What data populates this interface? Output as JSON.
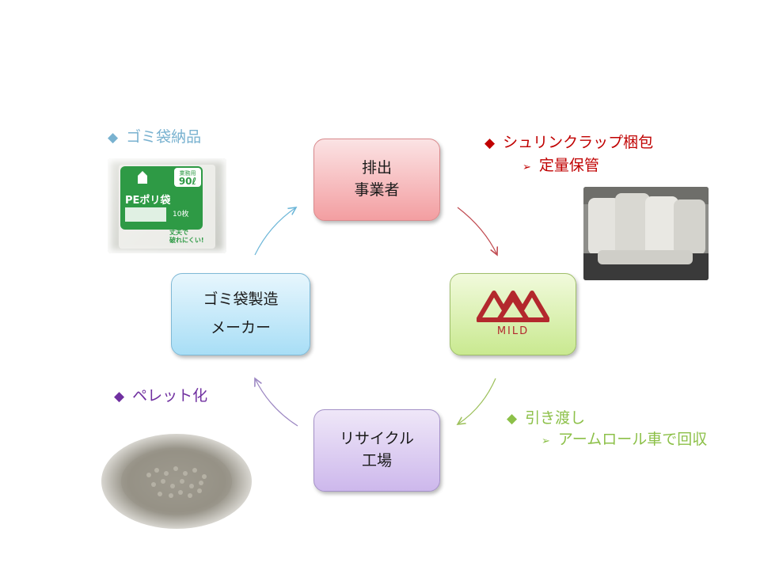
{
  "nodes": {
    "discharger": [
      "排出",
      "事業者"
    ],
    "mild_logo_text": "MILD",
    "recycle": [
      "リサイクル",
      "工場"
    ],
    "maker": [
      "ゴミ袋製造",
      "メーカー"
    ]
  },
  "notes": {
    "delivery": "ゴミ袋納品",
    "shrink": "シュリンクラップ梱包",
    "storage": "定量保管",
    "handover": "引き渡し",
    "armroll": "アームロール車で回収",
    "pellet": "ペレット化"
  },
  "bag_photo": {
    "title": "PEポリ袋",
    "size": "90ℓ",
    "count": "10枚",
    "size_label": "業務用",
    "tagline_1": "丈夫で",
    "tagline_2": "破れにくい!"
  },
  "colors": {
    "delivery": "#79b2d0",
    "shrink": "#c00000",
    "handover": "#8cc048",
    "pellet": "#7030a0",
    "brand_red": "#b3282d"
  }
}
